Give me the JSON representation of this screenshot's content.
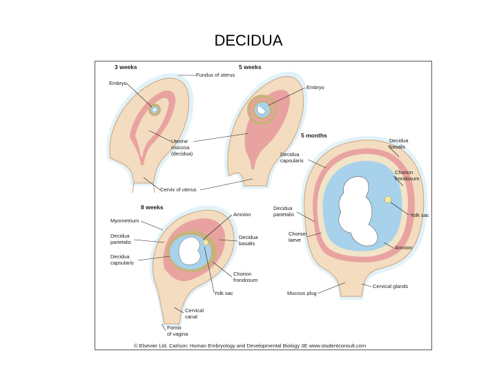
{
  "title": "DECIDUA",
  "panels": {
    "p3w": "3 weeks",
    "p5w": "5 weeks",
    "p5m": "5 months",
    "p8w": "8 weeks"
  },
  "labels": {
    "embryo_3w": "Embryo",
    "fundus": "Fundus of uterus",
    "embryo_5w": "Embryo",
    "uterine_mucosa_1": "Uterine",
    "uterine_mucosa_2": "mucosa",
    "uterine_mucosa_3": "(decidua)",
    "cervix": "Cervix of uterus",
    "decidua_basalis_5m_1": "Decidua",
    "decidua_basalis_5m_2": "basalis",
    "decidua_capsularis_5m_1": "Decidua",
    "decidua_capsularis_5m_2": "capsularis",
    "chorion_frondosum_5m_1": "Chorion",
    "chorion_frondosum_5m_2": "frondosum",
    "yolk_sac_5m": "Yolk sac",
    "decidua_parietalis_5m_1": "Decidua",
    "decidua_parietalis_5m_2": "parietalis",
    "chorion_laeve_1": "Chorion",
    "chorion_laeve_2": "laeve",
    "amnion_5m": "Amnion",
    "mucous_plug": "Mucous plug",
    "cervical_glands": "Cervical glands",
    "myometrium": "Myometrium",
    "amnion_8w": "Amnion",
    "decidua_parietalis_8w_1": "Decidua",
    "decidua_parietalis_8w_2": "parietalis",
    "decidua_basalis_8w_1": "Decidua",
    "decidua_basalis_8w_2": "basalis",
    "decidua_capsularis_8w_1": "Decidua",
    "decidua_capsularis_8w_2": "capsularis",
    "chorion_frondosum_8w_1": "Chorion",
    "chorion_frondosum_8w_2": "frondosum",
    "yolk_sac_8w": "Yolk sac",
    "cervical_canal_1": "Cervical",
    "cervical_canal_2": "canal",
    "fornix_1": "Fornix",
    "fornix_2": "of vagina"
  },
  "caption": "© Elsevier Ltd. Carlson: Human Embryology and Developmental Biology 3E www.studentconsult.com",
  "colors": {
    "wall": "#f3dcc0",
    "wall_stroke": "#c9a27d",
    "decidua": "#e8a3a0",
    "halo": "#cfe9f3",
    "amnion_fluid": "#a8d2ec",
    "chorion": "#c9b27c",
    "fetus": "#ffffff"
  }
}
